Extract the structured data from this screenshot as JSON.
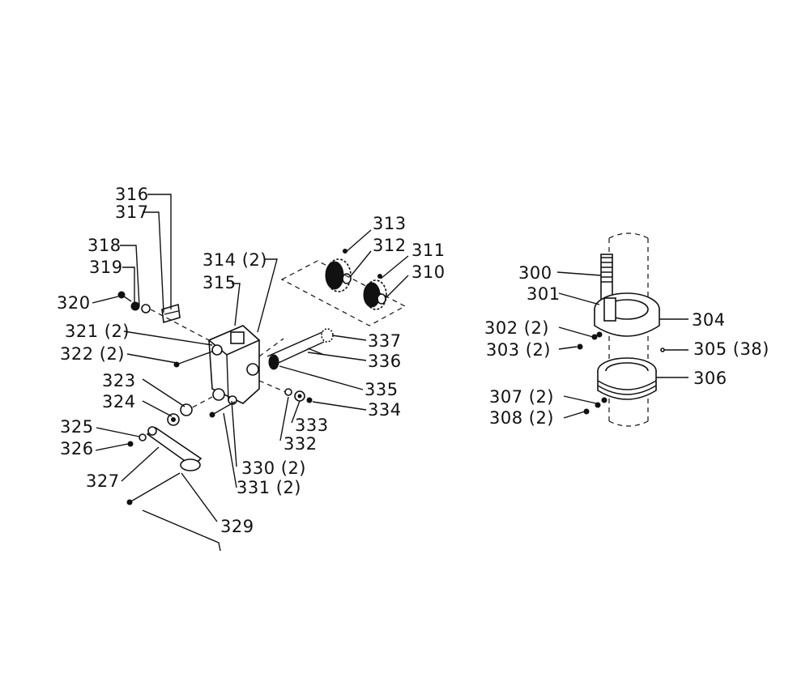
{
  "labels": {
    "l300": "300",
    "l301": "301",
    "l302": "302 (2)",
    "l303": "303 (2)",
    "l304": "304",
    "l305": "305 (38)",
    "l306": "306",
    "l307": "307 (2)",
    "l308": "308 (2)",
    "l310": "310",
    "l311": "311",
    "l312": "312",
    "l313": "313",
    "l314": "314 (2)",
    "l315": "315",
    "l316": "316",
    "l317": "317",
    "l318": "318",
    "l319": "319",
    "l320": "320",
    "l321": "321 (2)",
    "l322": "322 (2)",
    "l323": "323",
    "l324": "324",
    "l325": "325",
    "l326": "326",
    "l327": "327",
    "l329": "329",
    "l330": "330 (2)",
    "l331": "331 (2)",
    "l332": "332",
    "l333": "333",
    "l334": "334",
    "l335": "335",
    "l336": "336",
    "l337": "337"
  }
}
